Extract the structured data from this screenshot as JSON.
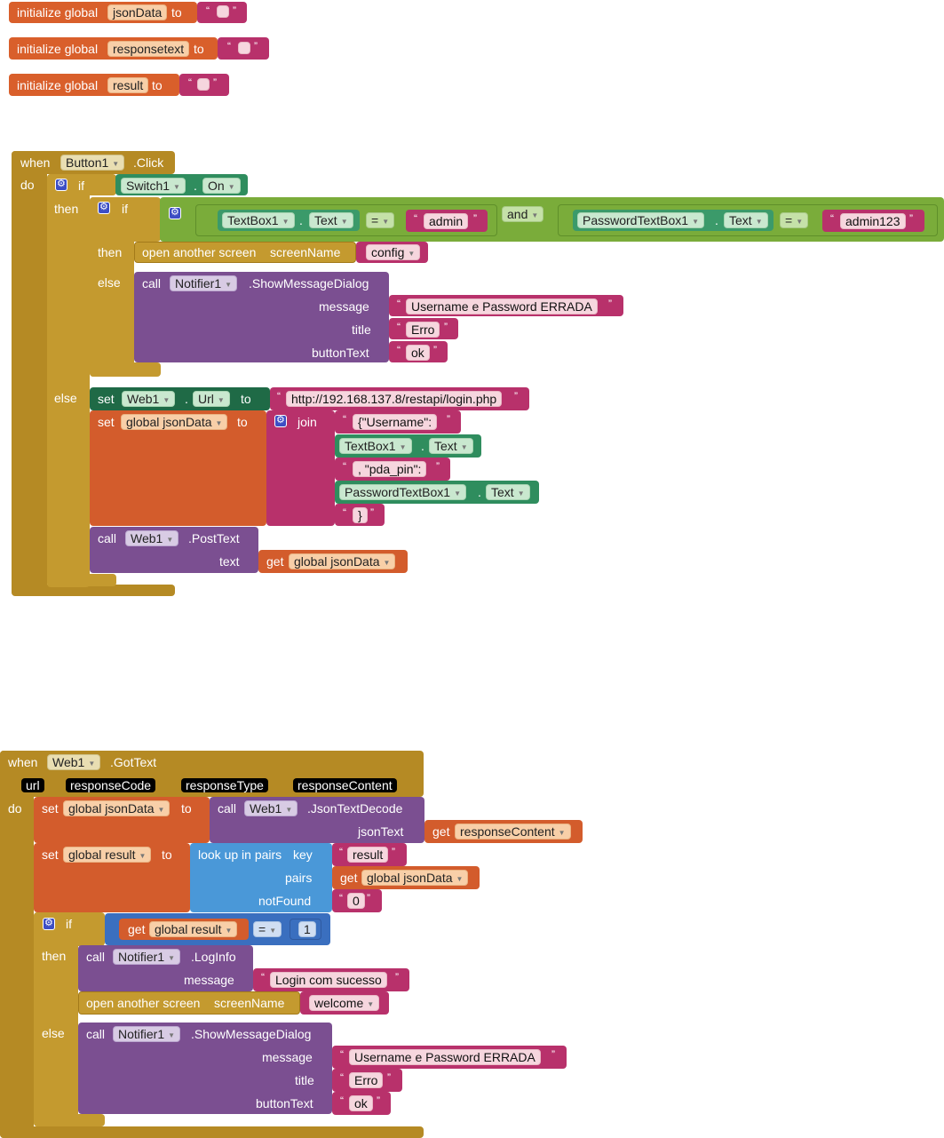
{
  "globals": [
    {
      "prefix": "initialize global",
      "name": "jsonData",
      "to": "to"
    },
    {
      "prefix": "initialize global",
      "name": "responsetext",
      "to": "to"
    },
    {
      "prefix": "initialize global",
      "name": "result",
      "to": "to"
    }
  ],
  "button_click": {
    "when": "when",
    "component": "Button1",
    "event": ".Click",
    "do": "do",
    "if": "if",
    "then": "then",
    "else": "else",
    "switch": {
      "component": "Switch1",
      "dot": ".",
      "property": "On"
    },
    "inner_if": "if",
    "cond1": {
      "component": "TextBox1",
      "dot": ".",
      "property": "Text",
      "op": "=",
      "value": "admin"
    },
    "and": "and",
    "cond2": {
      "component": "PasswordTextBox1",
      "dot": ".",
      "property": "Text",
      "op": "=",
      "value": "admin123"
    },
    "open_screen": {
      "label": "open another screen",
      "param": "screenName",
      "value": "config"
    },
    "notifier": {
      "call": "call",
      "component": "Notifier1",
      "method": ".ShowMessageDialog",
      "message_label": "message",
      "message": "Username e Password ERRADA",
      "title_label": "title",
      "title": "Erro",
      "button_label": "buttonText",
      "button": "ok"
    },
    "set_url": {
      "set": "set",
      "component": "Web1",
      "dot": ".",
      "property": "Url",
      "to": "to",
      "value": "http://192.168.137.8/restapi/login.php"
    },
    "set_json": {
      "set": "set",
      "var": "global jsonData",
      "to": "to",
      "join": "join",
      "s1": "{\"Username\":",
      "c1": "TextBox1",
      "c1prop": "Text",
      "s2": ", \"pda_pin\":",
      "c2": "PasswordTextBox1",
      "c2prop": "Text",
      "s3": "}"
    },
    "post": {
      "call": "call",
      "component": "Web1",
      "method": ".PostText",
      "text_label": "text",
      "get": "get",
      "var": "global jsonData"
    }
  },
  "got_text": {
    "when": "when",
    "component": "Web1",
    "event": ".GotText",
    "do": "do",
    "params": [
      "url",
      "responseCode",
      "responseType",
      "responseContent"
    ],
    "set1": {
      "set": "set",
      "var": "global jsonData",
      "to": "to",
      "call": "call",
      "component": "Web1",
      "method": ".JsonTextDecode",
      "json_label": "jsonText",
      "get": "get",
      "value": "responseContent"
    },
    "set2": {
      "set": "set",
      "var": "global result",
      "to": "to",
      "lookup": "look up in pairs",
      "key_label": "key",
      "key": "result",
      "pairs_label": "pairs",
      "get": "get",
      "pairs": "global jsonData",
      "notfound_label": "notFound",
      "notfound": "0"
    },
    "if": "if",
    "then": "then",
    "else": "else",
    "cond": {
      "get": "get",
      "var": "global result",
      "op": "=",
      "num": "1"
    },
    "log": {
      "call": "call",
      "component": "Notifier1",
      "method": ".LogInfo",
      "message_label": "message",
      "message": "Login com sucesso"
    },
    "open_screen": {
      "label": "open another screen",
      "param": "screenName",
      "value": "welcome"
    },
    "notifier": {
      "call": "call",
      "component": "Notifier1",
      "method": ".ShowMessageDialog",
      "message_label": "message",
      "message": "Username e Password ERRADA",
      "title_label": "title",
      "title": "Erro",
      "button_label": "buttonText",
      "button": "ok"
    }
  },
  "colors": {
    "variables": "#d95f2b",
    "text": "#b8316b",
    "control": "#b58a24",
    "procedures": "#7b4f91",
    "components": "#2f8d5e",
    "logic": "#7aac3a",
    "lists": "#4a98d8",
    "math": "#3a6fbf"
  }
}
